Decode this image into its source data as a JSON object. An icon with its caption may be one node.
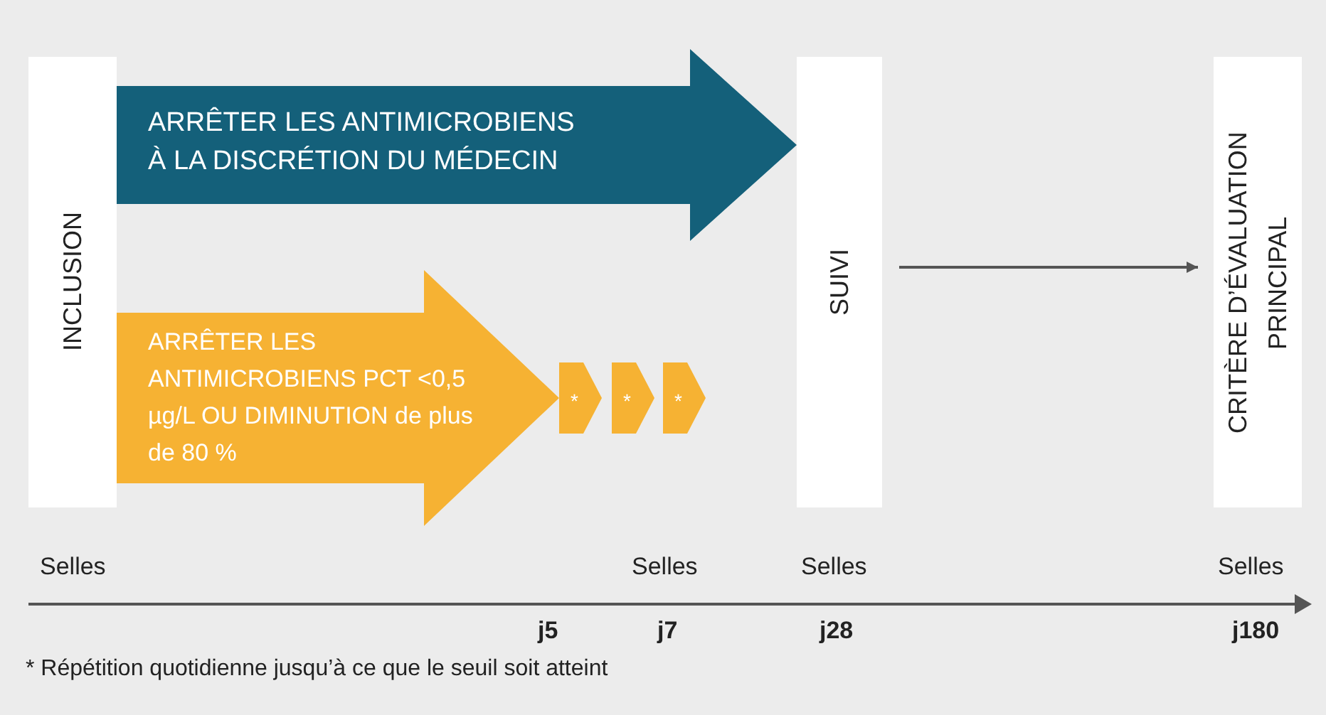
{
  "diagram": {
    "nodes": [
      {
        "text": [
          "INCLUSION"
        ]
      },
      {
        "text": [
          "*"
        ]
      },
      {
        "text": [
          "*"
        ]
      },
      {
        "text": [
          "*"
        ]
      },
      {
        "text": [
          "SUIVI"
        ]
      },
      {
        "text": [
          "CRITÈRE D’ÉVALUATION PRINCIPAL"
        ]
      }
    ],
    "edges": [
      {
        "from": 0,
        "to": 4,
        "arrow": "to",
        "label": "ARRÊTER LES ANTIMICROBIENS À LA DISCRÉTION DU MÉDECIN",
        "style": "thick",
        "color": "#14607a"
      },
      {
        "from": 0,
        "to": 1,
        "arrow": "to",
        "label": "ARRÊTER LES ANTIMICROBIENS PCT <0,5 µg/L OU DIMINUTION de plus de 80 %",
        "style": "thick",
        "color": "#f6b233"
      },
      {
        "from": 4,
        "to": 5,
        "arrow": "to"
      }
    ],
    "labels": [
      "Selles",
      "Selles",
      "Selles",
      "Selles",
      "j5",
      "j7",
      "j28",
      "j180",
      "* Répétition quotidienne jusqu’à ce que le seuil soit atteint"
    ]
  }
}
